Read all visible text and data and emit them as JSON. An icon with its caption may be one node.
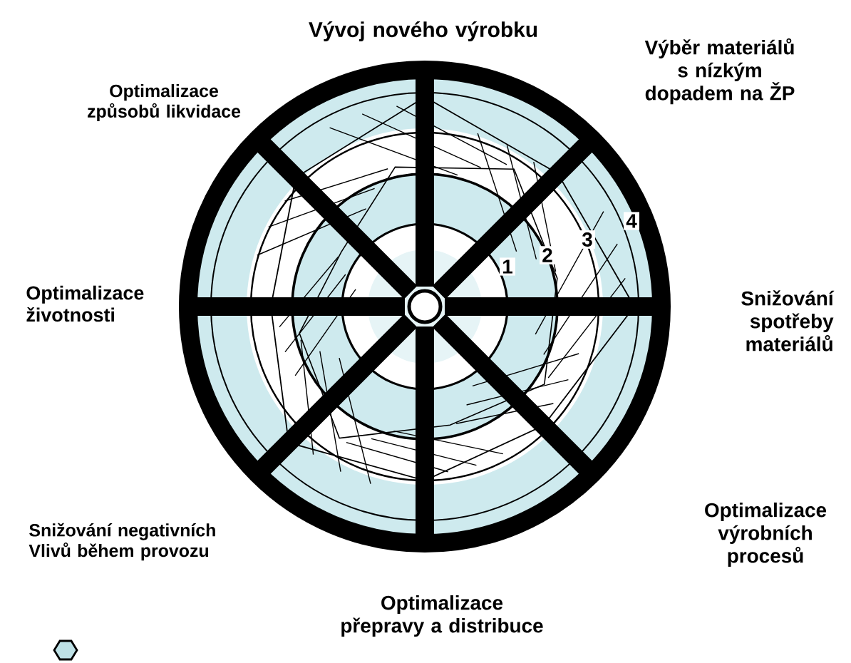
{
  "diagram": {
    "labels": [
      "Vývoj nového výrobku",
      "Optimalizace způsobů likvidace",
      "Výběr materiálů s nízkým dopadem na ŽP",
      "Optimalizace životnosti",
      "Snižování spotřeby materiálů",
      "1",
      "2",
      "3",
      "4",
      "Snižování negativních Vlivů během provozu",
      "Optimalizace výrobních procesů",
      "Optimalizace přepravy a distribuce"
    ]
  }
}
